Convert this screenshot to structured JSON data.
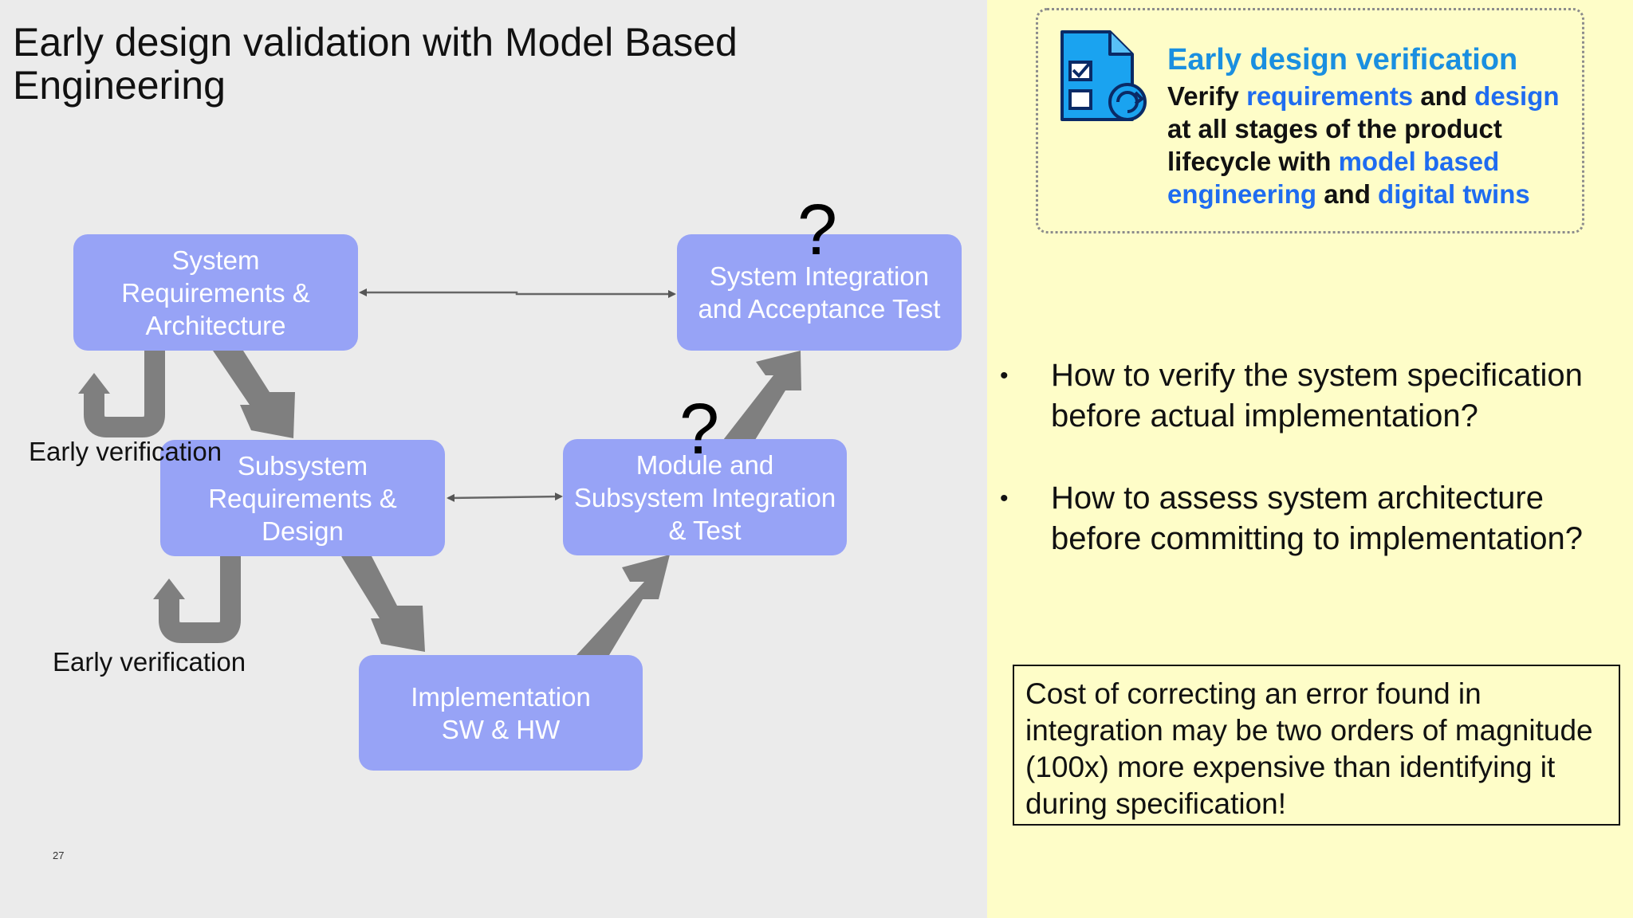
{
  "slide": {
    "title": "Early design validation with Model Based Engineering",
    "page_number": "27"
  },
  "diagram": {
    "boxes": {
      "system_requirements": [
        "System",
        "Requirements &",
        "Architecture"
      ],
      "subsystem_requirements": [
        "Subsystem",
        "Requirements &",
        "Design"
      ],
      "implementation": [
        "Implementation",
        "SW & HW"
      ],
      "module_integration": [
        "Module and",
        "Subsystem Integration",
        "& Test"
      ],
      "system_integration": [
        "System Integration",
        "and Acceptance Test"
      ]
    },
    "question_mark": "?",
    "early_verification_label": "Early verification",
    "colors": {
      "box_fill": "#97a3f6",
      "arrow": "#7f7f7f"
    }
  },
  "callout": {
    "icon": "document-checklist-refresh-icon",
    "title": "Early design verification",
    "text_parts": {
      "p1": "Verify ",
      "h1": "requirements",
      "p2": " and ",
      "h2": "design",
      "p3": " at all stages of the product lifecycle with ",
      "h3": "model based engineering",
      "p4": " and ",
      "h4": "digital twins"
    },
    "colors": {
      "title": "#1a8fe0",
      "highlight": "#1f6cf0"
    }
  },
  "bullets": [
    "How to verify the system specification before actual implementation?",
    "How to assess system architecture before committing to implementation?"
  ],
  "bullet_symbol": "•",
  "cost_note": "Cost of correcting an error found in integration may be two orders of magnitude  (100x) more expensive than identifying it during specification!"
}
